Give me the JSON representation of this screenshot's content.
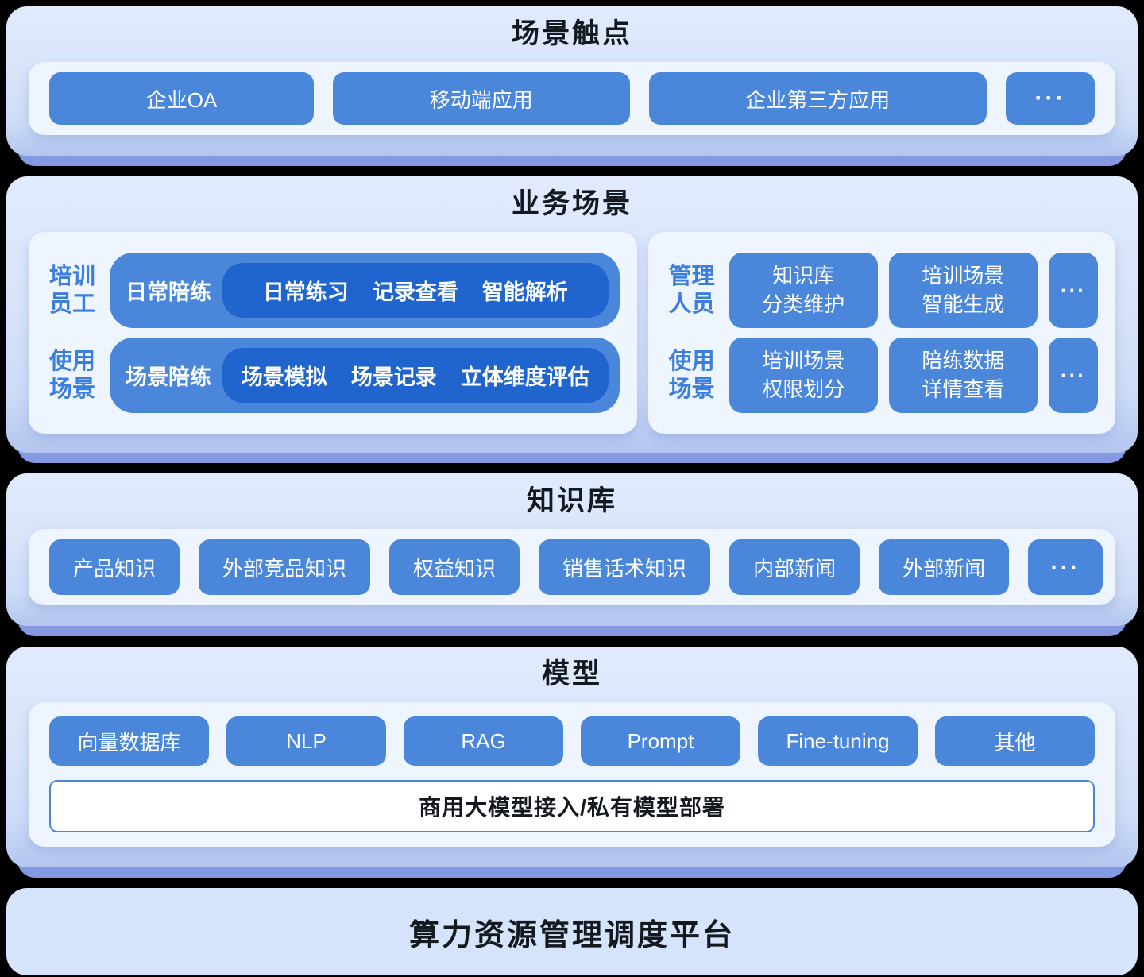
{
  "colors": {
    "background": "#000000",
    "section_fill": "#d8e4fa",
    "section_edge_3d": "#8499e2",
    "panel_fill": "#eef5fe",
    "button_blue": "#4a87db",
    "inner_pill_blue": "#1f65cd",
    "label_blue": "#3c7edd",
    "title_text": "#14181f",
    "model_bar_border": "#4a87db"
  },
  "touchpoints": {
    "title": "场景触点",
    "items": [
      "企业OA",
      "移动端应用",
      "企业第三方应用"
    ],
    "more": "···"
  },
  "business": {
    "title": "业务场景",
    "employee": {
      "rows": [
        {
          "label": [
            "培训",
            "员工"
          ],
          "pill": "日常陪练",
          "details": [
            "日常练习",
            "记录查看",
            "智能解析"
          ]
        },
        {
          "label": [
            "使用",
            "场景"
          ],
          "pill": "场景陪练",
          "details": [
            "场景模拟",
            "场景记录",
            "立体维度评估"
          ]
        }
      ]
    },
    "manager": {
      "rows": [
        {
          "label": [
            "管理",
            "人员"
          ],
          "buttons": [
            {
              "line1": "知识库",
              "line2": "分类维护"
            },
            {
              "line1": "培训场景",
              "line2": "智能生成"
            }
          ],
          "more": "···"
        },
        {
          "label": [
            "使用",
            "场景"
          ],
          "buttons": [
            {
              "line1": "培训场景",
              "line2": "权限划分"
            },
            {
              "line1": "陪练数据",
              "line2": "详情查看"
            }
          ],
          "more": "···"
        }
      ]
    }
  },
  "knowledge": {
    "title": "知识库",
    "items": [
      "产品知识",
      "外部竞品知识",
      "权益知识",
      "销售话术知识",
      "内部新闻",
      "外部新闻"
    ],
    "more": "···"
  },
  "model": {
    "title": "模型",
    "items": [
      "向量数据库",
      "NLP",
      "RAG",
      "Prompt",
      "Fine-tuning",
      "其他"
    ],
    "bar": "商用大模型接入/私有模型部署"
  },
  "compute": {
    "title": "算力资源管理调度平台"
  }
}
